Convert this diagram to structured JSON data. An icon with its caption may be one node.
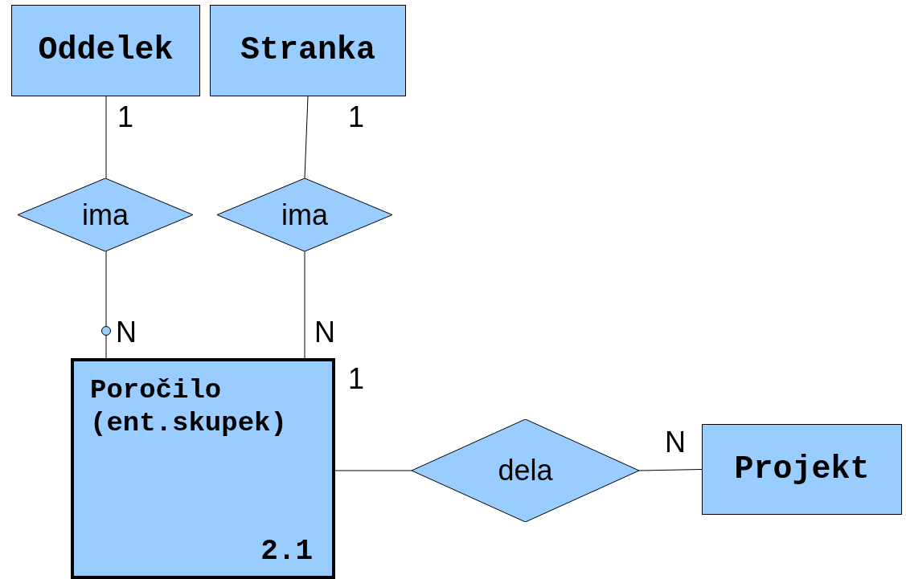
{
  "diagram": {
    "nodes": [
      {
        "text": [
          "Oddelek"
        ]
      },
      {
        "text": [
          "Stranka"
        ]
      },
      {
        "text": [
          "ima"
        ]
      },
      {
        "text": [
          "ima"
        ]
      },
      {
        "text": [
          "Poročilo (ent.skupek)",
          "2.1"
        ]
      },
      {
        "text": [
          "dela"
        ]
      },
      {
        "text": [
          "Projekt"
        ]
      }
    ],
    "edges": [
      {
        "from": 0,
        "to": 2,
        "arrow": "none"
      },
      {
        "from": 2,
        "to": 4,
        "arrow": "other"
      },
      {
        "from": 1,
        "to": 3,
        "arrow": "none"
      },
      {
        "from": 3,
        "to": 4,
        "arrow": "none"
      },
      {
        "from": 4,
        "to": 5,
        "arrow": "none"
      },
      {
        "from": 5,
        "to": 6,
        "arrow": "none"
      }
    ],
    "labels": [
      "1",
      "1",
      "N",
      "N",
      "1",
      "N"
    ]
  }
}
